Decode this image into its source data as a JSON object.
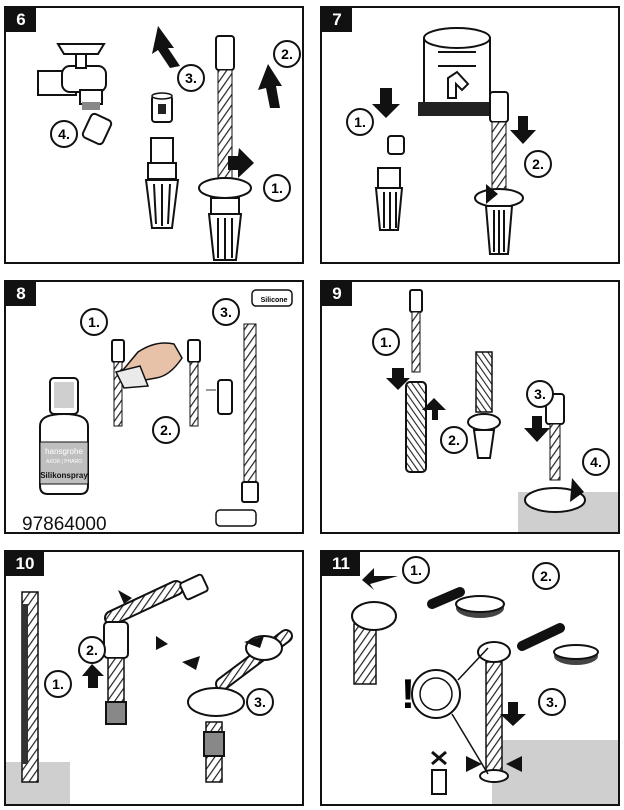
{
  "panels": [
    {
      "number": "6",
      "steps": [
        "1.",
        "2.",
        "3.",
        "4."
      ]
    },
    {
      "number": "7",
      "steps": [
        "1.",
        "2."
      ]
    },
    {
      "number": "8",
      "steps": [
        "1.",
        "2.",
        "3."
      ],
      "product": {
        "brand": "hansgrohe",
        "sub": "AXOR | PHARO",
        "name": "Silikonspray",
        "tube_label": "Silicone",
        "part_number": "97864000"
      }
    },
    {
      "number": "9",
      "steps": [
        "1.",
        "2.",
        "3.",
        "4."
      ]
    },
    {
      "number": "10",
      "steps": [
        "1.",
        "2.",
        "3."
      ]
    },
    {
      "number": "11",
      "steps": [
        "1.",
        "2.",
        "3."
      ],
      "warning": "!"
    }
  ],
  "colors": {
    "ink": "#111111",
    "hose": "#444444",
    "gray": "#8f8f8f",
    "light": "#cfcfcf",
    "hand": "#e8c2a8"
  }
}
